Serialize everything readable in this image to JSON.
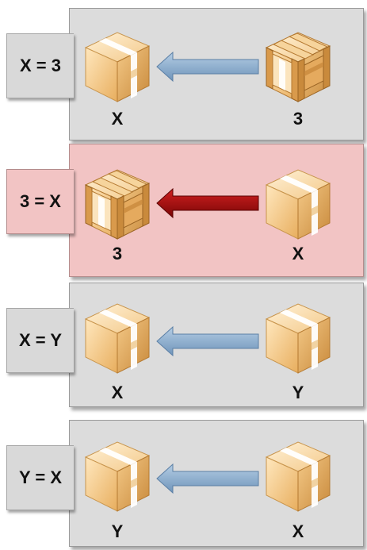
{
  "rows": [
    {
      "tab_label": "X = 3",
      "left_label": "X",
      "right_label": "3"
    },
    {
      "tab_label": "3 = X",
      "left_label": "3",
      "right_label": "X"
    },
    {
      "tab_label": "X = Y",
      "left_label": "X",
      "right_label": "Y"
    },
    {
      "tab_label": "Y = X",
      "left_label": "Y",
      "right_label": "X"
    }
  ],
  "colors": {
    "panel_grey": "#dcdcdc",
    "panel_red": "#f2c4c4",
    "arrow_blue": "#8fb0d0",
    "arrow_red": "#a81212",
    "box_tan": "#f0c07a"
  },
  "icons": [
    "closed-box-icon",
    "crate-icon",
    "left-arrow-icon"
  ]
}
